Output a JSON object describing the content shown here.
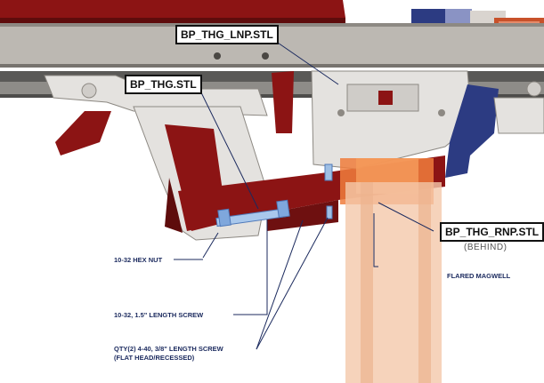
{
  "labels": {
    "lnp": "BP_THG_LNP.STL",
    "thg": "BP_THG.STL",
    "rnp": "BP_THG_RNP.STL",
    "rnp_note": "(BEHIND)"
  },
  "callouts": {
    "hex_nut": "10-32 HEX NUT",
    "screw_long": "10-32, 1.5\" LENGTH SCREW",
    "screw_small_1": "QTY(2) 4-40, 3/8\" LENGTH SCREW",
    "screw_small_2": "(FLAT HEAD/RECESSED)",
    "magwell": "FLARED MAGWELL"
  },
  "colors": {
    "maroon": "#8c1414",
    "light_grey": "#e4e2df",
    "rail": "#bcb8b2",
    "orange": "#f07c3c",
    "navy": "#2c3b82",
    "leader": "#1b2a5e"
  }
}
